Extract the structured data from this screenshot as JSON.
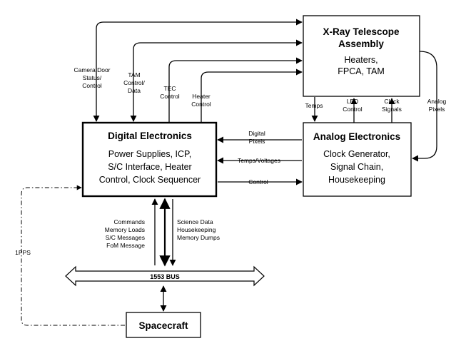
{
  "boxes": {
    "xray": {
      "title": [
        "X-Ray Telescope",
        "Assembly"
      ],
      "body": [
        "Heaters,",
        "FPCA, TAM"
      ]
    },
    "digital": {
      "title": [
        "Digital Electronics"
      ],
      "body": [
        "Power Supplies, ICP,",
        "S/C Interface, Heater",
        "Control, Clock Sequencer"
      ]
    },
    "analog": {
      "title": [
        "Analog Electronics"
      ],
      "body": [
        "Clock Generator,",
        "Signal Chain,",
        "Housekeeping"
      ]
    },
    "spacecraft": {
      "title": [
        "Spacecraft"
      ]
    }
  },
  "labels": {
    "camera_door": [
      "Camera Door",
      "Status/",
      "Control"
    ],
    "tam": [
      "TAM",
      "Control/",
      "Data"
    ],
    "tec": [
      "TEC",
      "Control"
    ],
    "heater": [
      "Heater",
      "Control"
    ],
    "temps": [
      "Temps"
    ],
    "led": [
      "LED",
      "Control"
    ],
    "clock": [
      "Clock",
      "Signals"
    ],
    "analog_pixels": [
      "Analog",
      "Pixels"
    ],
    "digital_pixels": [
      "Digital",
      "Pixels"
    ],
    "temps_voltages": [
      "Temps/Voltages"
    ],
    "control": [
      "Control"
    ],
    "commands": [
      "Commands",
      "Memory Loads",
      "S/C Messages",
      "FoM Message"
    ],
    "science": [
      "Science Data",
      "Housekeeping",
      "Memory Dumps"
    ],
    "pps": [
      "1PPS"
    ],
    "bus": [
      "1553 BUS"
    ]
  }
}
